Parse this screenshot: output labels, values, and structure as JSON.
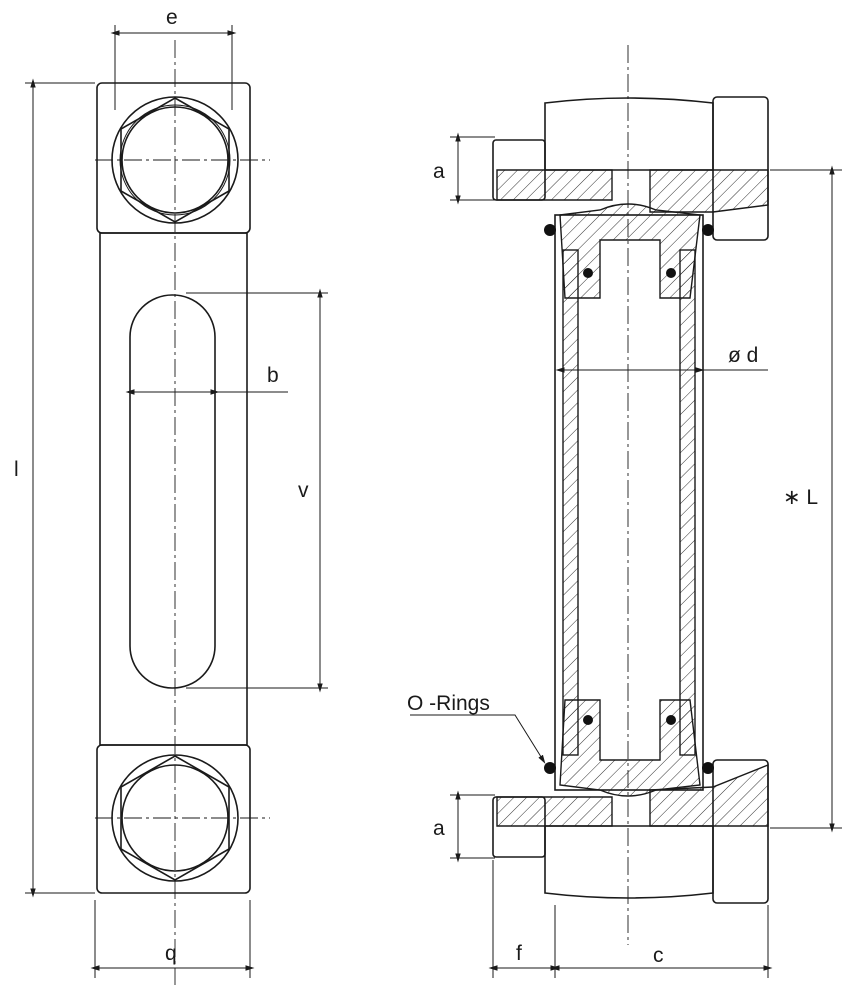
{
  "labels": {
    "e": "e",
    "l": "l",
    "b": "b",
    "v": "v",
    "q": "q",
    "a_top": "a",
    "a_bottom": "a",
    "d": "ø d",
    "L": "∗ L",
    "o_rings": "O -Rings",
    "f": "f",
    "c": "c"
  }
}
